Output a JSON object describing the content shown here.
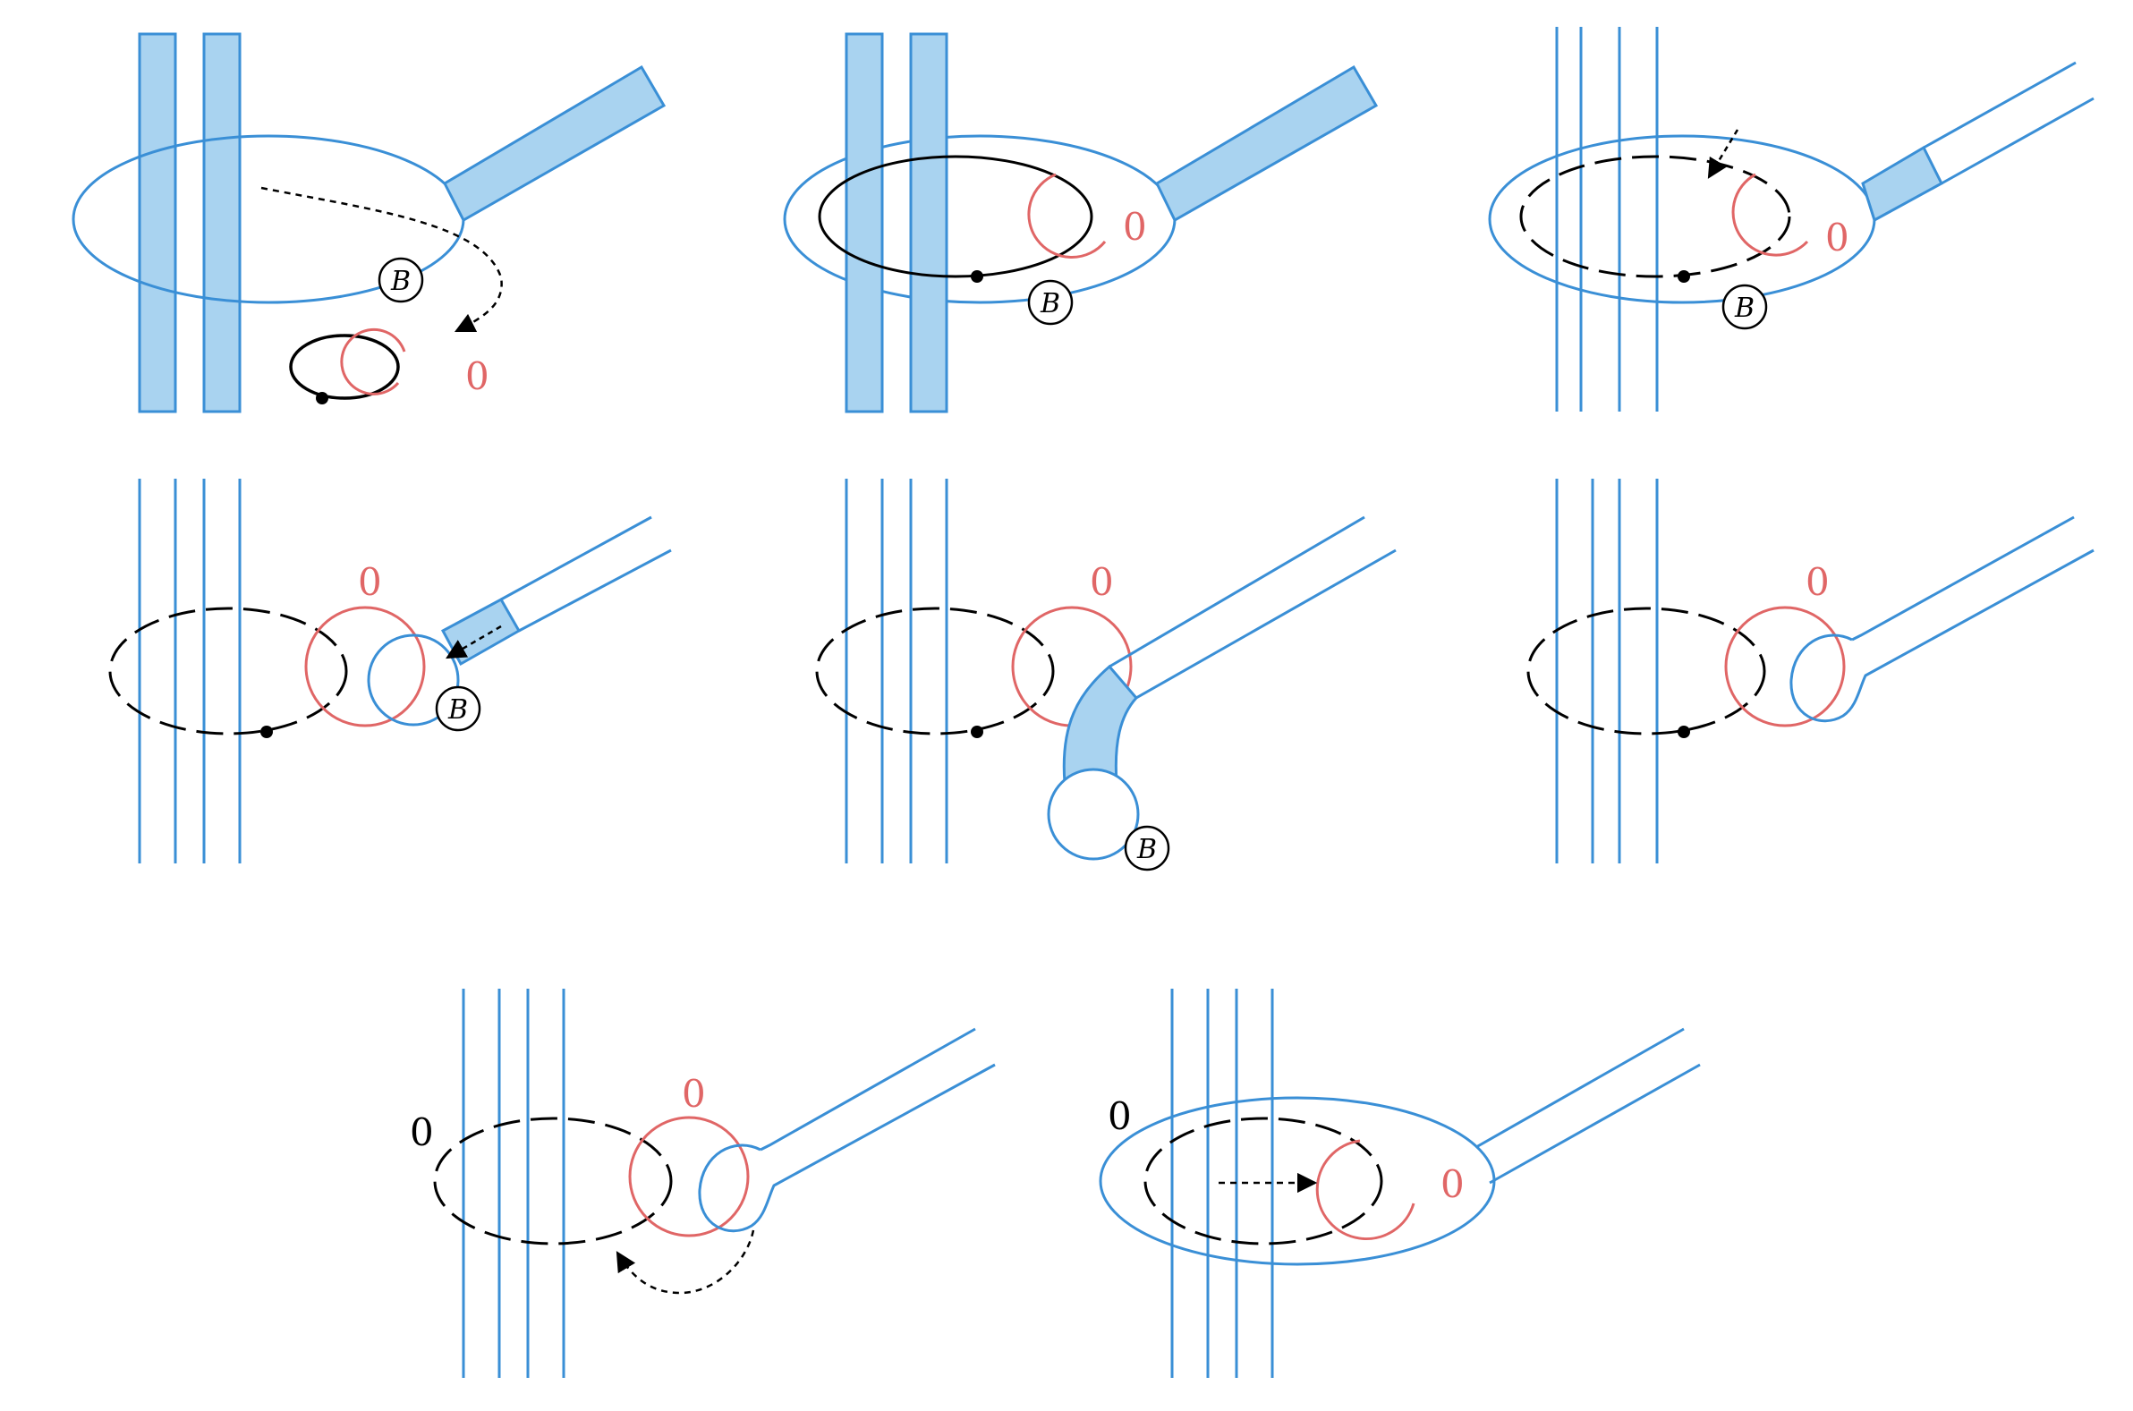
{
  "colors": {
    "blue": "#3a8fd6",
    "blue_fill": "#a9d3f0",
    "red": "#e06666",
    "black": "#000000"
  },
  "figure": {
    "panels": [
      {
        "id": "p1",
        "labels": {
          "framing": "0",
          "basepoint": "B"
        }
      },
      {
        "id": "p2",
        "labels": {
          "framing": "0",
          "basepoint": "B"
        }
      },
      {
        "id": "p3",
        "labels": {
          "framing": "0",
          "basepoint": "B"
        }
      },
      {
        "id": "p4",
        "labels": {
          "framing": "0",
          "basepoint": "B"
        }
      },
      {
        "id": "p5",
        "labels": {
          "framing": "0",
          "basepoint": "B"
        }
      },
      {
        "id": "p6",
        "labels": {
          "framing": "0"
        }
      },
      {
        "id": "p7",
        "labels": {
          "framing_red": "0",
          "framing_black": "0"
        }
      },
      {
        "id": "p8",
        "labels": {
          "framing_red": "0",
          "framing_black": "0"
        }
      }
    ]
  }
}
